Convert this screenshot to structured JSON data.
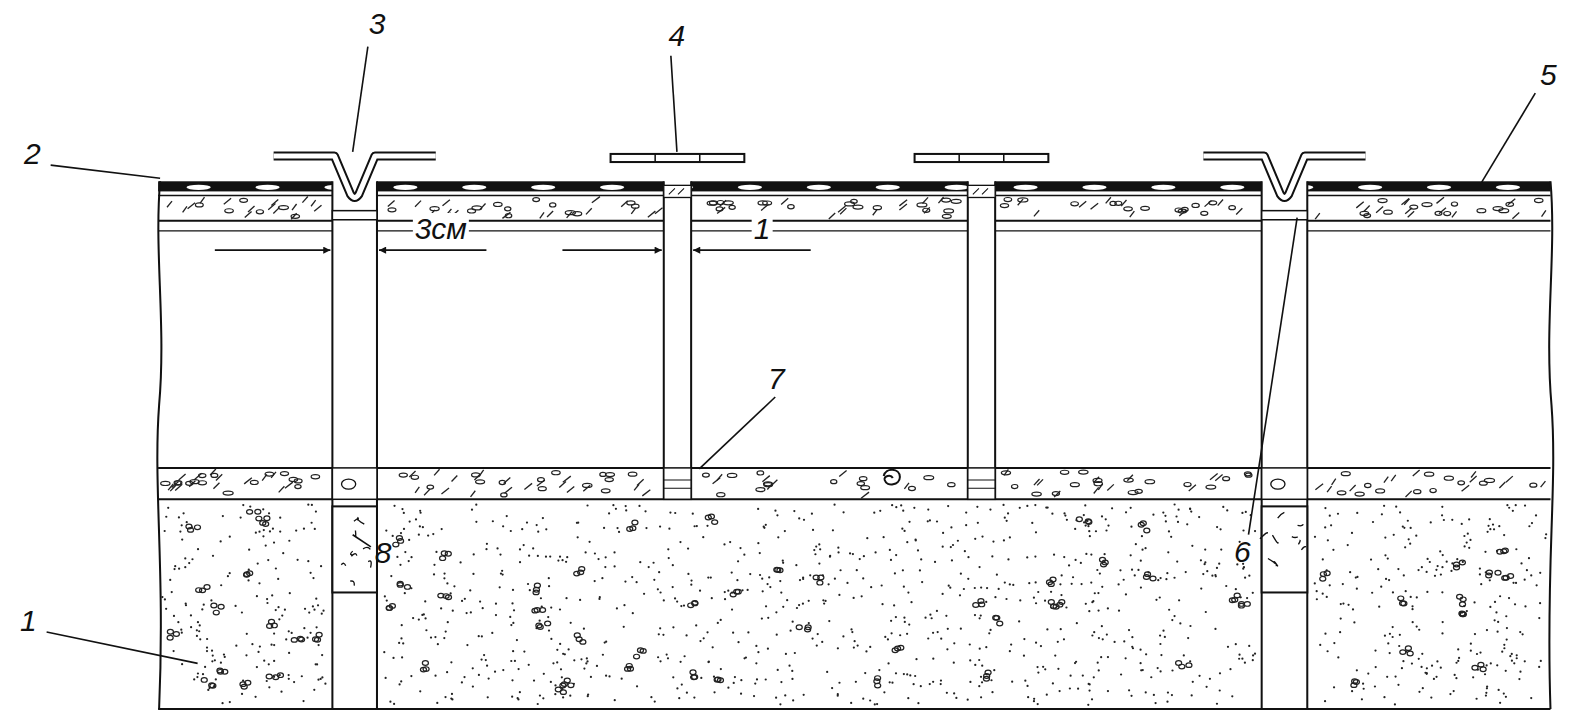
{
  "diagram": {
    "labels": [
      "3",
      "4",
      "5",
      "2",
      "3см",
      "1",
      "7",
      "6",
      "8",
      "1"
    ]
  }
}
